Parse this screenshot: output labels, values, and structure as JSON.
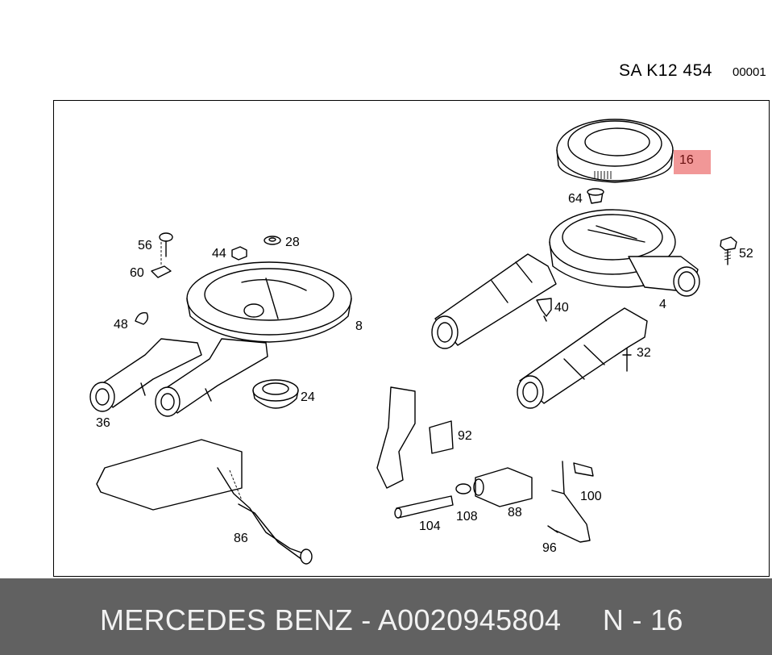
{
  "header": {
    "diagram_code": "SA K12 454",
    "sheet_number": "00001"
  },
  "callouts": {
    "p4": "4",
    "p8": "8",
    "p16": "16",
    "p24": "24",
    "p28": "28",
    "p32": "32",
    "p36": "36",
    "p40": "40",
    "p44": "44",
    "p48": "48",
    "p52": "52",
    "p56": "56",
    "p60": "60",
    "p64": "64",
    "p86": "86",
    "p88": "88",
    "p92": "92",
    "p96": "96",
    "p100": "100",
    "p104": "104",
    "p108": "108"
  },
  "highlighted_part": "16",
  "footer": {
    "text": "MERCEDES BENZ - A0020945804     N - 16"
  },
  "colors": {
    "highlight": "#f08c8c",
    "footer_bg": "#616161",
    "footer_text": "#f2f2f2"
  }
}
